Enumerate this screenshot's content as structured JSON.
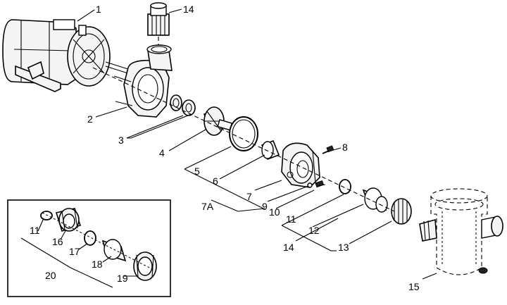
{
  "diagram": {
    "callouts": {
      "motor": "1",
      "pump_housing": "2",
      "seal_assembly": "3",
      "impeller": "4",
      "o_ring": "5",
      "diffuser_sleeve": "6",
      "seal_plate_group": "7A",
      "face_plate": "7",
      "face_plate_screw": "8",
      "drain_plug": "9",
      "drain_plug_gasket": "10",
      "union_o_ring": "11",
      "union_tailpiece": "12",
      "union_assembly": "13",
      "discharge_union": "14",
      "strainer_basket": "15",
      "inset_fitting": "16",
      "inset_o_ring": "17",
      "inset_tailpiece": "18",
      "inset_nut": "19",
      "inset_assembly": "20",
      "inset_seal": "11",
      "lower_union_group": "14"
    }
  }
}
